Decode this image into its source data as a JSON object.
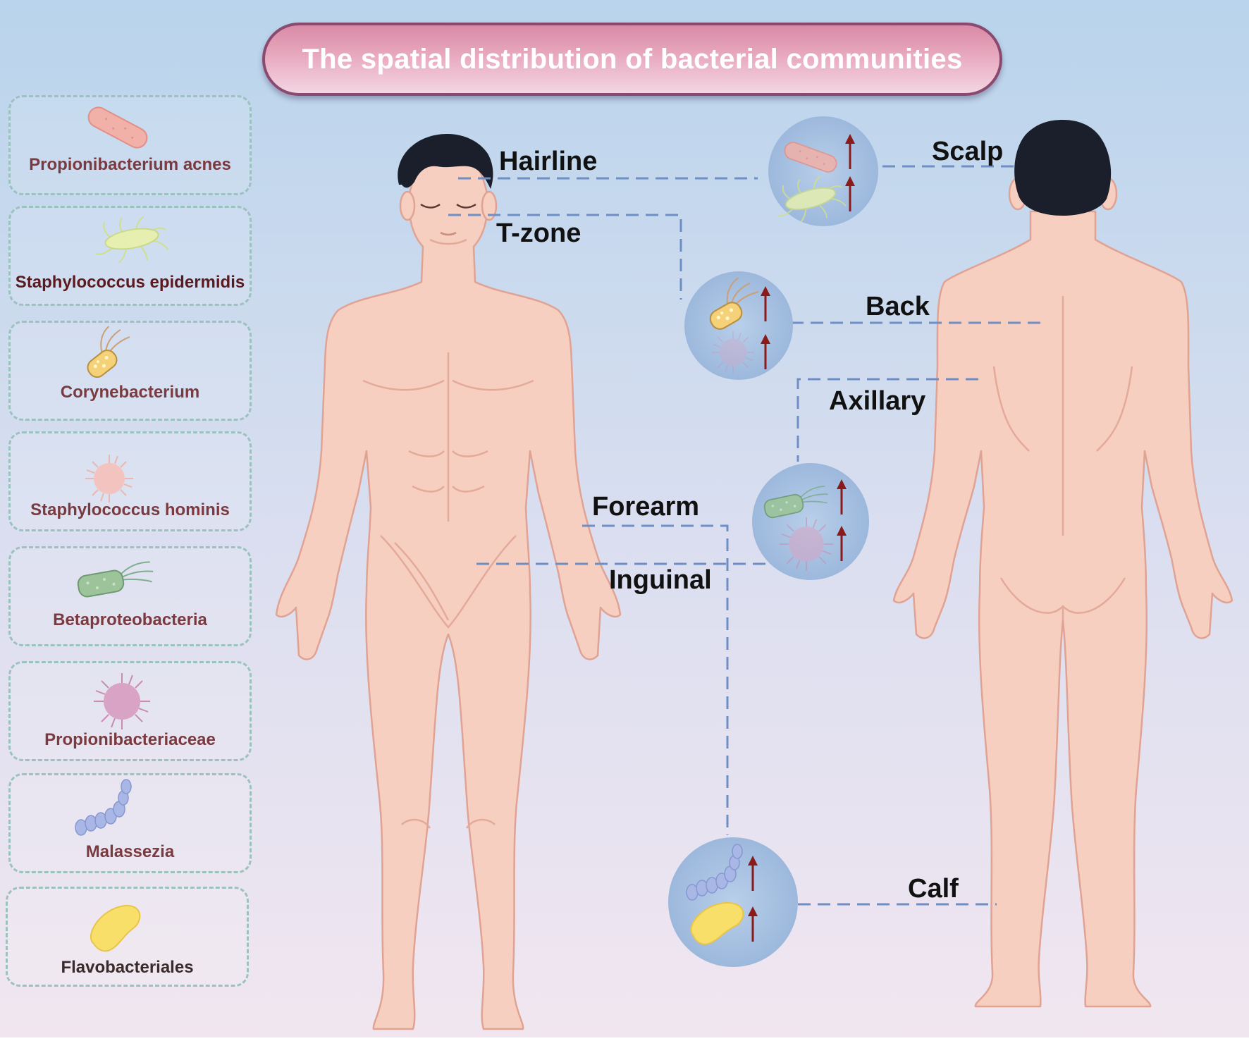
{
  "title": "The spatial distribution of bacterial communities",
  "legend": [
    {
      "label": "Propionibacterium acnes",
      "icon": "rod-bacterium-icon",
      "color": "#f1b0a8"
    },
    {
      "label": "Staphylococcus epidermidis",
      "icon": "flagellated-bacterium-icon",
      "color": "#e6efb0"
    },
    {
      "label": "Corynebacterium",
      "icon": "spotted-rod-bacterium-icon",
      "color": "#f5d27a"
    },
    {
      "label": "Staphylococcus hominis",
      "icon": "spiky-coccus-icon",
      "color": "#f3c4bf"
    },
    {
      "label": "Betaproteobacteria",
      "icon": "green-rod-bacterium-icon",
      "color": "#9cc39a"
    },
    {
      "label": "Propionibacteriaceae",
      "icon": "spiky-coccus-purple-icon",
      "color": "#d8a3c4"
    },
    {
      "label": "Malassezia",
      "icon": "yeast-chain-icon",
      "color": "#a9b7e6"
    },
    {
      "label": "Flavobacteriales",
      "icon": "bean-bacterium-icon",
      "color": "#f8df6a"
    }
  ],
  "regions": {
    "hairline": "Hairline",
    "tzone": "T-zone",
    "scalp": "Scalp",
    "back": "Back",
    "axillary": "Axillary",
    "forearm": "Forearm",
    "inguinal": "Inguinal",
    "calf": "Calf"
  },
  "colors": {
    "skin": "#f6cfc0",
    "skin_outline": "#e0a393",
    "hair": "#1a1f2b",
    "connector": "#6f8ec4",
    "arrow": "#8b1a1a",
    "circle": "#a9c3e3"
  }
}
